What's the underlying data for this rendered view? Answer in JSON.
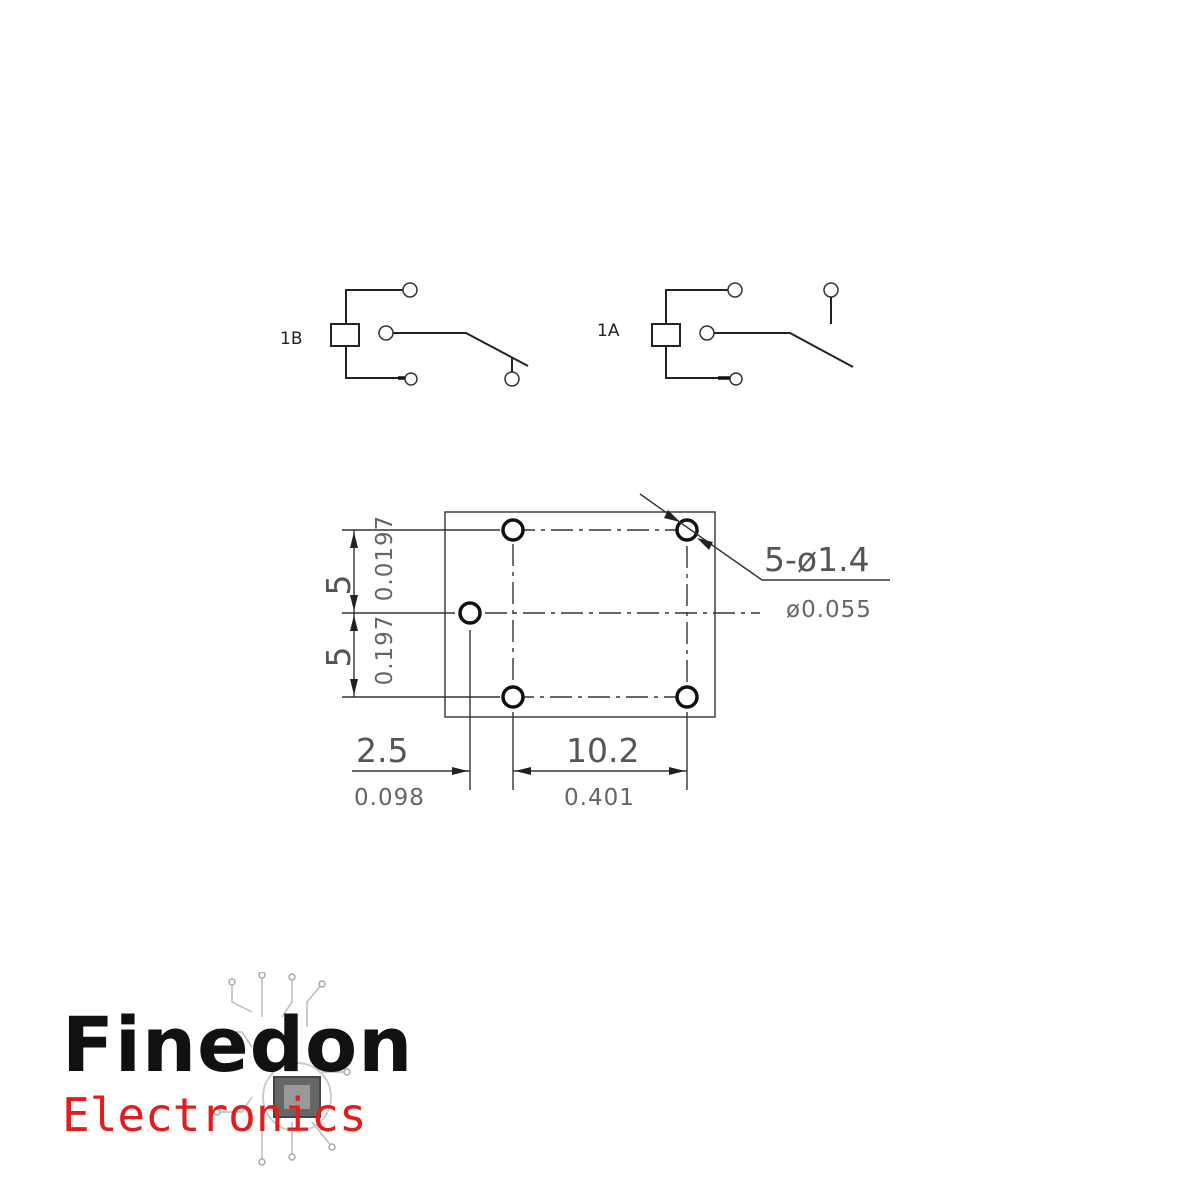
{
  "schematic_1b": {
    "label": "1B"
  },
  "schematic_1a": {
    "label": "1A"
  },
  "footprint": {
    "vertical_dim_upper": "5",
    "vertical_dim_lower": "5",
    "vertical_inch_upper": "0.0197",
    "vertical_inch_lower": "0.197",
    "hole_callout": "5-ø1.4",
    "hole_callout_inch": "ø0.055",
    "horizontal_dim_left": "2.5",
    "horizontal_inch_left": "0.098",
    "horizontal_dim_right": "10.2",
    "horizontal_inch_right": "0.401"
  },
  "logo": {
    "name": "Finedon",
    "subtitle": "Electronics",
    "accent_color": "#e01e1e"
  }
}
